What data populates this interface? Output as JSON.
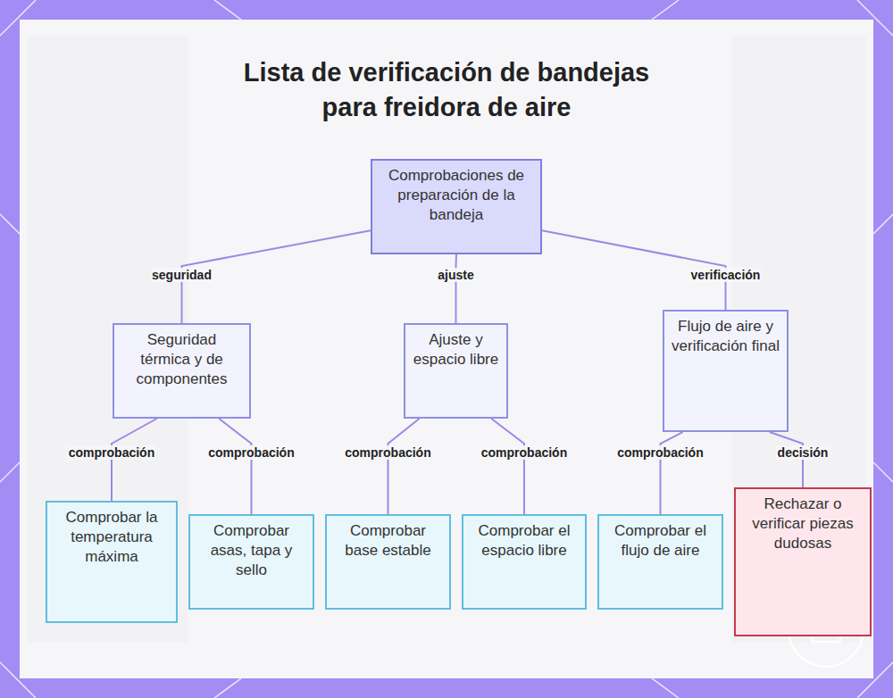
{
  "diagram": {
    "title": "Lista de verificación de bandejas para freidora de aire",
    "nodes": [
      {
        "text": [
          "Comprobaciones de preparación de la bandeja"
        ]
      },
      {
        "text": [
          "Seguridad térmica y de componentes"
        ]
      },
      {
        "text": [
          "Ajuste y espacio libre"
        ]
      },
      {
        "text": [
          "Flujo de aire y verificación final"
        ]
      },
      {
        "text": [
          "Comprobar la temperatura máxima"
        ]
      },
      {
        "text": [
          "Comprobar asas, tapa y sello"
        ]
      },
      {
        "text": [
          "Comprobar base estable"
        ]
      },
      {
        "text": [
          "Comprobar el espacio libre"
        ]
      },
      {
        "text": [
          "Comprobar el flujo de aire"
        ]
      },
      {
        "text": [
          "Rechazar o verificar piezas dudosas"
        ]
      }
    ],
    "edges": [
      {
        "from": 0,
        "to": 1,
        "arrow": "none",
        "label": "seguridad"
      },
      {
        "from": 0,
        "to": 2,
        "arrow": "none",
        "label": "ajuste"
      },
      {
        "from": 0,
        "to": 3,
        "arrow": "none",
        "label": "verificación"
      },
      {
        "from": 1,
        "to": 4,
        "arrow": "none",
        "label": "comprobación"
      },
      {
        "from": 1,
        "to": 5,
        "arrow": "none",
        "label": "comprobación"
      },
      {
        "from": 2,
        "to": 6,
        "arrow": "none",
        "label": "comprobación"
      },
      {
        "from": 2,
        "to": 7,
        "arrow": "none",
        "label": "comprobación"
      },
      {
        "from": 3,
        "to": 8,
        "arrow": "none",
        "label": "comprobación"
      },
      {
        "from": 3,
        "to": 9,
        "arrow": "none",
        "label": "decisión"
      }
    ]
  }
}
